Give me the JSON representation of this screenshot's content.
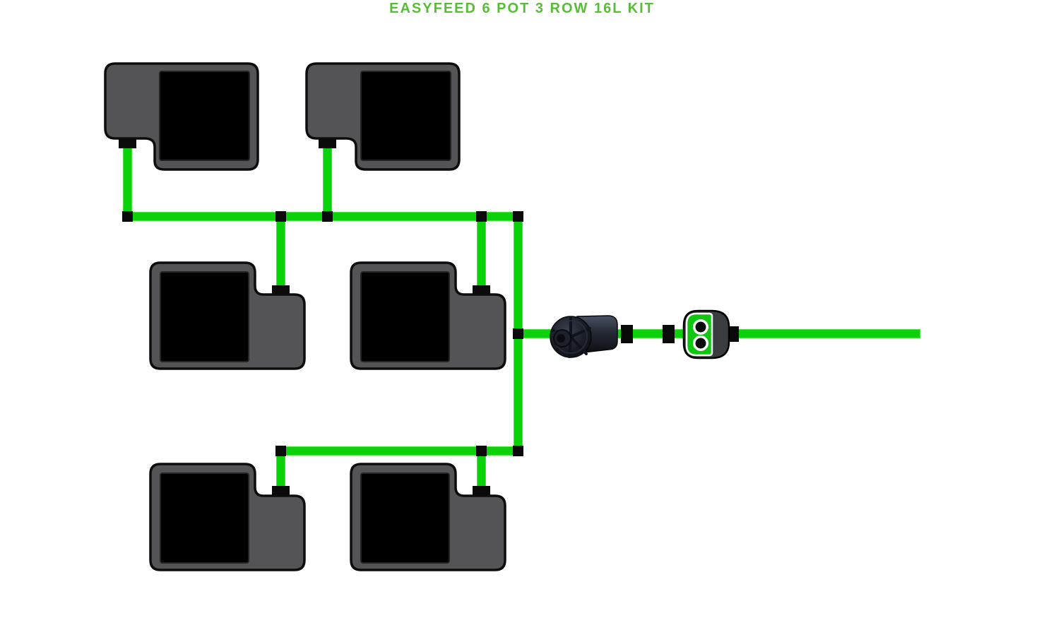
{
  "title": "EASYFEED 6 POT 3 ROW 16L KIT",
  "kit": {
    "brand": "EASYFEED",
    "pot_count": "6 POT",
    "row_count": "3 ROW",
    "pot_volume": "16L",
    "type": "KIT"
  },
  "colors": {
    "canvas": "#ffffff",
    "title-green": "#56be35",
    "tube-green": "#0ad10a",
    "tube-edge": "#4ae23e",
    "pot-gray": "#545456",
    "pot-outline": "#0d0d0d",
    "pot-opening": "#000000",
    "fitting-black": "#0a0a0a",
    "valve-green": "#10c710",
    "valve-body": "#3a3d40"
  },
  "components": {
    "pots": [
      "pot-row1-left",
      "pot-row1-right",
      "pot-row2-left",
      "pot-row2-right",
      "pot-row3-left",
      "pot-row3-right"
    ],
    "pump": "inline-water-pump",
    "valve": "easyfeed-doser-valve",
    "tubing": "green-feed-tubing",
    "fittings": "black-tube-fittings"
  }
}
